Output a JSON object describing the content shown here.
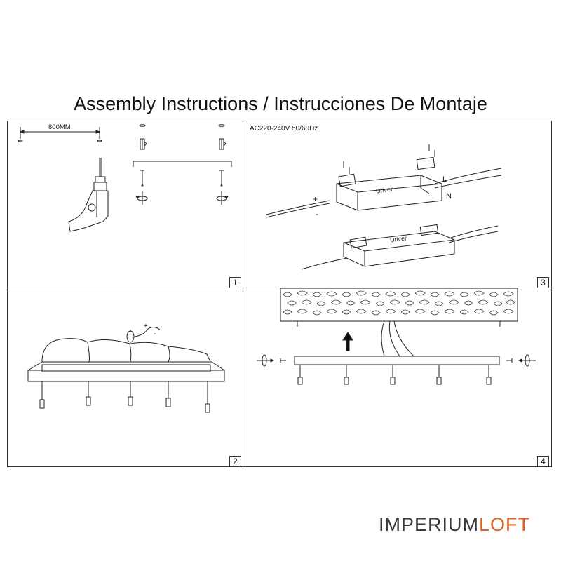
{
  "title": "Assembly Instructions / Instrucciones De Montaje",
  "panels": [
    {
      "number": "1",
      "label": "800MM"
    },
    {
      "number": "2",
      "plus": "+",
      "minus": "-"
    },
    {
      "number": "3",
      "voltage": "AC220-240V 50/60Hz",
      "driver_label": "Driver",
      "driver_label_2": "Driver",
      "plus": "+",
      "minus": "-",
      "live": "L",
      "neutral": "N"
    },
    {
      "number": "4"
    }
  ],
  "brand": {
    "part1": "IMPERIUM",
    "part2": "LOFT",
    "accent_color": "#e0641e"
  }
}
